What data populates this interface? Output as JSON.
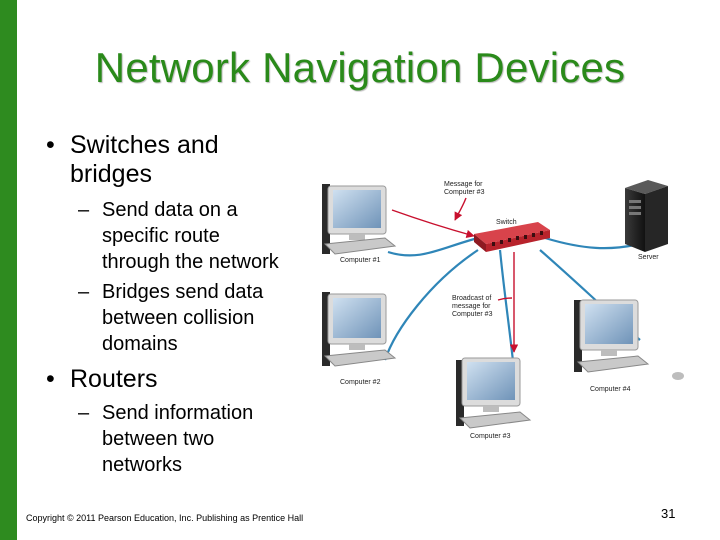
{
  "slide": {
    "title": "Network Navigation Devices",
    "bullets": [
      {
        "text": "Switches and",
        "text2": "bridges"
      },
      {
        "text": "Routers"
      }
    ],
    "subbullets": [
      {
        "lines": [
          "Send data on a",
          "specific route",
          "through the network"
        ]
      },
      {
        "lines": [
          "Bridges send data",
          "between collision",
          "domains"
        ]
      },
      {
        "lines": [
          "Send information",
          "between two",
          "networks"
        ]
      }
    ],
    "copyright": "Copyright © 2011 Pearson Education, Inc. Publishing as Prentice Hall",
    "page_number": "31"
  },
  "diagram": {
    "labels": {
      "message": [
        "Message for",
        "Computer #3"
      ],
      "switch": "Switch",
      "server": "Server",
      "broadcast": [
        "Broadcast of",
        "message for",
        "Computer #3"
      ],
      "computer1": "Computer #1",
      "computer2": "Computer #2",
      "computer3": "Computer #3",
      "computer4": "Computer #4"
    }
  },
  "colors": {
    "green_bar": "#2e8b1f",
    "title": "#2a8a1a",
    "switch": "#b8232c",
    "cable": "#2f86b8",
    "arrow": "#c8102e"
  }
}
